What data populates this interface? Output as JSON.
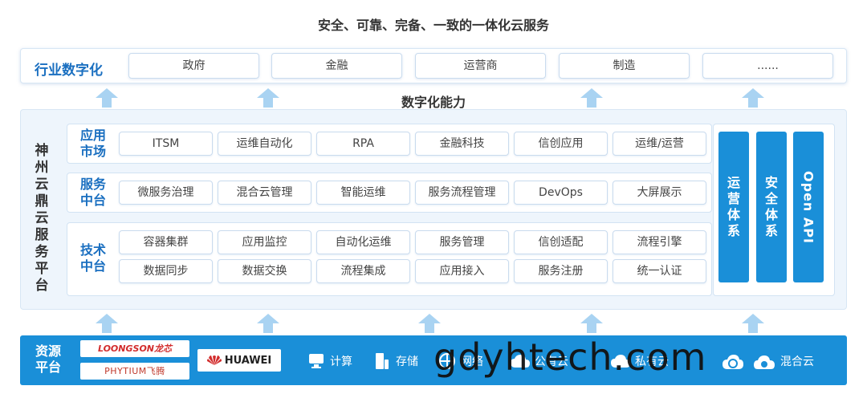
{
  "title": "安全、可靠、完备、一致的一体化云服务",
  "industry": {
    "label": "行业数字化",
    "items": [
      "政府",
      "金融",
      "运营商",
      "制造",
      "......"
    ]
  },
  "capability_label": "数字化能力",
  "platform": {
    "name": "神州云鼎云服务平台",
    "layers": {
      "app": {
        "label": "应用市场",
        "items": [
          "ITSM",
          "运维自动化",
          "RPA",
          "金融科技",
          "信创应用",
          "运维/运营"
        ]
      },
      "service": {
        "label": "服务中台",
        "items": [
          "微服务治理",
          "混合云管理",
          "智能运维",
          "服务流程管理",
          "DevOps",
          "大屏展示"
        ]
      },
      "tech": {
        "label": "技术中台",
        "row1": [
          "容器集群",
          "应用监控",
          "自动化运维",
          "服务管理",
          "信创适配",
          "流程引擎"
        ],
        "row2": [
          "数据同步",
          "数据交换",
          "流程集成",
          "应用接入",
          "服务注册",
          "统一认证"
        ]
      }
    },
    "systems": [
      "运营体系",
      "安全体系",
      "Open API"
    ]
  },
  "resource": {
    "label": "资源平台",
    "vendors": [
      "LOONGSON龙芯",
      "PHYTIUM飞腾",
      "HUAWEI"
    ],
    "items": [
      "计算",
      "存储",
      "网络",
      "公有云",
      "私有云",
      "混合云"
    ]
  },
  "watermark": "gdyhtech.com",
  "colors": {
    "accent": "#1a8fd8",
    "label": "#1a6fc0",
    "arrow": "#a9d3f2"
  }
}
